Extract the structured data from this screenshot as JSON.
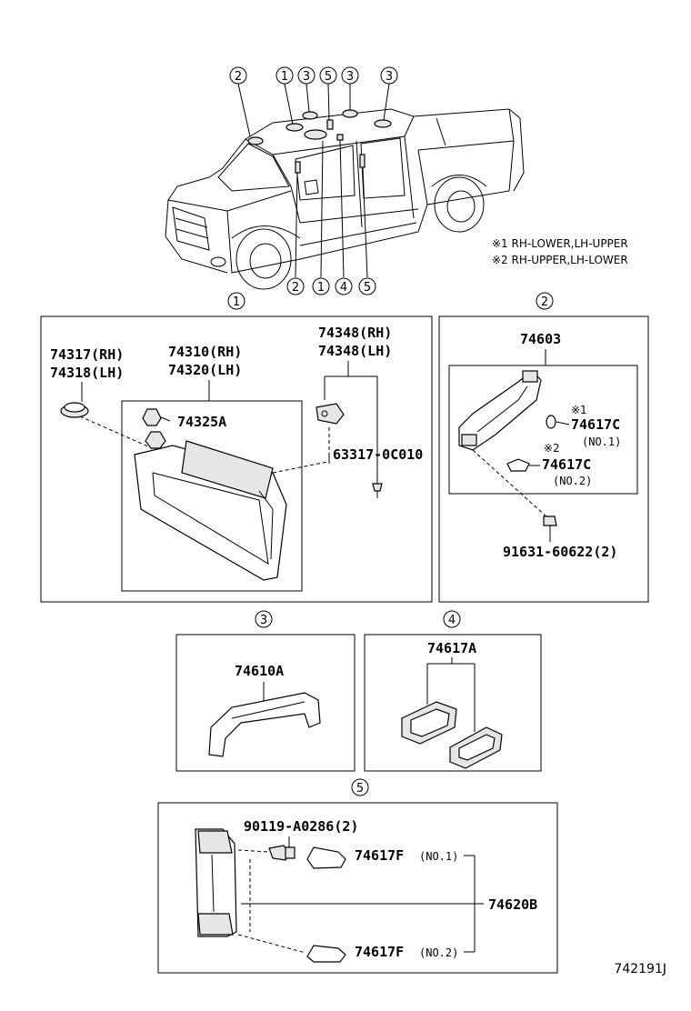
{
  "notes": {
    "note1": "※1 RH-LOWER,LH-UPPER",
    "note2": "※2 RH-UPPER,LH-LOWER"
  },
  "callouts_top": [
    "2",
    "1",
    "3",
    "5",
    "3",
    "3"
  ],
  "callouts_bottom": [
    "2",
    "1",
    "4",
    "5"
  ],
  "sections": {
    "s1": {
      "marker": "1",
      "p74317": "74317(RH)",
      "p74318": "74318(LH)",
      "p74310": "74310(RH)",
      "p74320": "74320(LH)",
      "p74325A": "74325A",
      "p74348rh": "74348(RH)",
      "p74348lh": "74348(LH)",
      "p63317": "63317-0C010"
    },
    "s2": {
      "marker": "2",
      "p74603": "74603",
      "mark1": "※1",
      "p74617C_1": "74617C",
      "no1": "(NO.1)",
      "mark2": "※2",
      "p74617C_2": "74617C",
      "no2": "(NO.2)",
      "p91631": "91631-60622(2)"
    },
    "s3": {
      "marker": "3",
      "p74610A": "74610A"
    },
    "s4": {
      "marker": "4",
      "p74617A": "74617A"
    },
    "s5": {
      "marker": "5",
      "p90119": "90119-A0286(2)",
      "p74617F_1": "74617F",
      "no1": "(NO.1)",
      "p74620B": "74620B",
      "p74617F_2": "74617F",
      "no2": "(NO.2)"
    }
  },
  "figure_ref": "742191J"
}
